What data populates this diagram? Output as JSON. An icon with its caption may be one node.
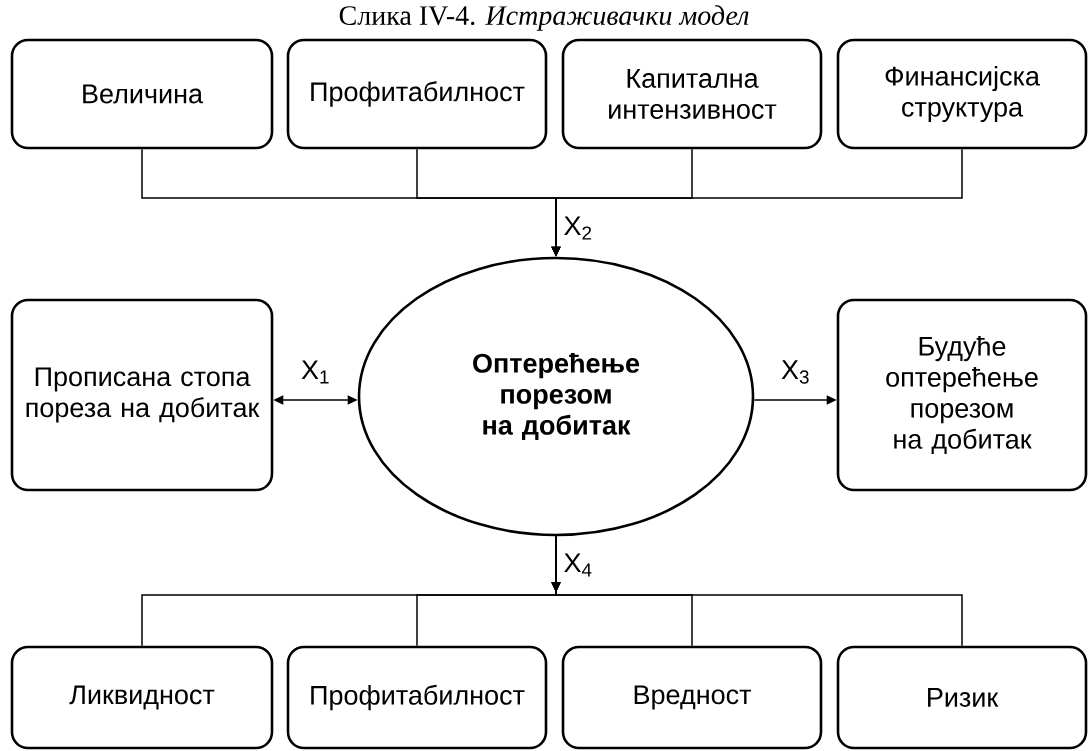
{
  "diagram": {
    "title": "Слика IV-4. *Истраживачки модел*",
    "nodes": [
      {
        "text": [
          "Величина"
        ]
      },
      {
        "text": [
          "Профитабилност"
        ]
      },
      {
        "text": [
          "Капитална интензивност"
        ]
      },
      {
        "text": [
          "Финансијска структура"
        ]
      },
      {
        "text": [
          "Прописана стопа пореза на добитак"
        ]
      },
      {
        "text": [
          "Оптерећење порезом на добитак"
        ]
      },
      {
        "text": [
          "Будуће оптерећење порезом на добитак"
        ]
      },
      {
        "text": [
          "Ликвидност"
        ]
      },
      {
        "text": [
          "Профитабилност"
        ]
      },
      {
        "text": [
          "Вредност"
        ]
      },
      {
        "text": [
          "Ризик"
        ]
      }
    ],
    "edges": [
      {
        "from": 0,
        "to": 5,
        "arrow": "to",
        "label": "X$_{2}$"
      },
      {
        "from": 1,
        "to": 5,
        "arrow": "to"
      },
      {
        "from": 2,
        "to": 5,
        "arrow": "to"
      },
      {
        "from": 3,
        "to": 5,
        "arrow": "to"
      },
      {
        "from": 4,
        "to": 5,
        "arrow": "both",
        "label": "X$_{1}$"
      },
      {
        "from": 5,
        "to": 6,
        "arrow": "to",
        "label": "X$_{3}$"
      },
      {
        "from": 5,
        "to": 7,
        "arrow": "to",
        "label": "X$_{4}$"
      },
      {
        "from": 5,
        "to": 8,
        "arrow": "to"
      },
      {
        "from": 5,
        "to": 9,
        "arrow": "to"
      },
      {
        "from": 5,
        "to": 10,
        "arrow": "to"
      }
    ]
  }
}
